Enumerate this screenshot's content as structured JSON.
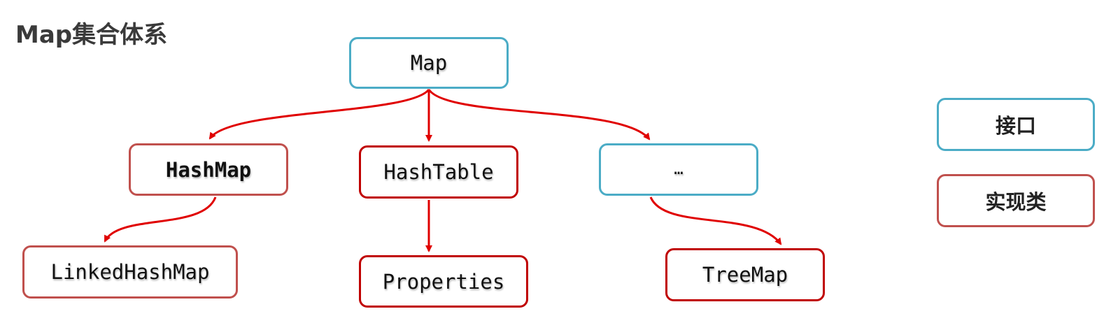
{
  "title": "Map集合体系",
  "nodes": {
    "map": "Map",
    "hashmap": "HashMap",
    "hashtable": "HashTable",
    "ellipsis": "…",
    "linkedhashmap": "LinkedHashMap",
    "properties": "Properties",
    "treemap": "TreeMap"
  },
  "legend": {
    "interface": "接口",
    "impl": "实现类"
  },
  "colors": {
    "interface_border": "#4bacc6",
    "impl_border": "#c0504d",
    "impl_border_dark": "#c00000",
    "arrow": "#e00000"
  }
}
